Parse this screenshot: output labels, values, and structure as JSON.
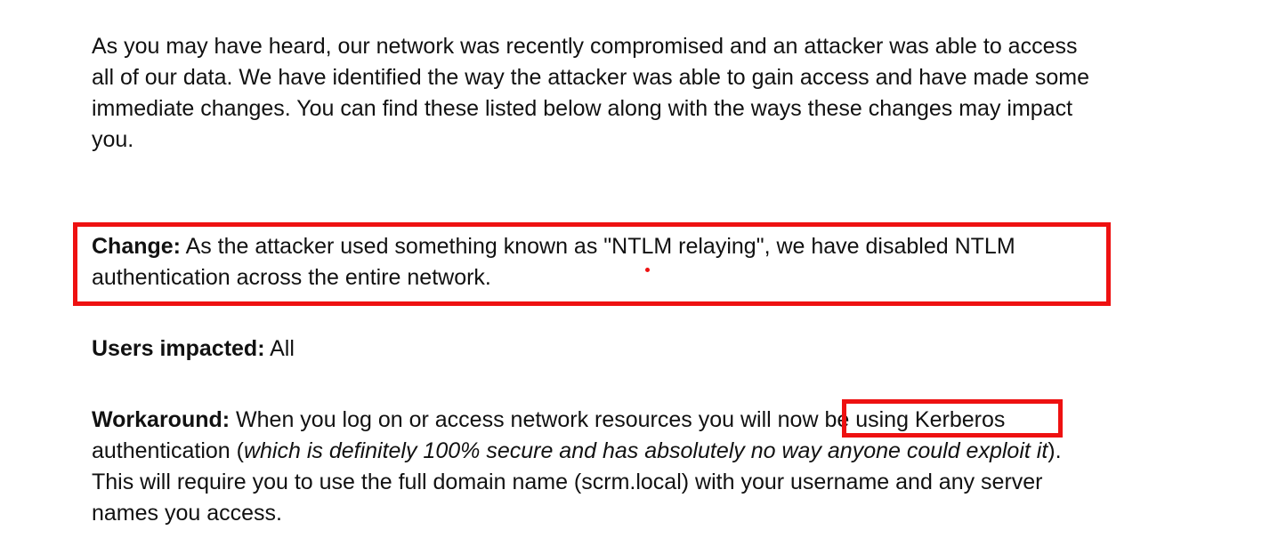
{
  "intro": {
    "line1": "As you may have heard, our network was recently compromised and an attacker was able to access",
    "line2": "all of our data. We have identified the way the attacker was able to gain access and have made some",
    "line3": "immediate changes. You can find these listed below along with the ways these changes may impact",
    "line4": "you."
  },
  "change": {
    "label": "Change:",
    "line1_text": " As the attacker used something known as \"NTLM relaying\", we have disabled NTLM",
    "line2": "authentication across the entire network."
  },
  "impacted": {
    "label": "Users impacted:",
    "value": " All"
  },
  "workaround": {
    "label": "Workaround:",
    "line1_text": " When you log on or access network resources you will now be using Kerberos",
    "line2_prefix": "authentication (",
    "line2_italic": "which is definitely 100% secure and has absolutely no way anyone could exploit it",
    "line2_suffix": ").",
    "line3": "This will require you to use the full domain name (scrm.local) with your username and any server",
    "line4": "names you access."
  },
  "annotation_color": "#ee1111"
}
